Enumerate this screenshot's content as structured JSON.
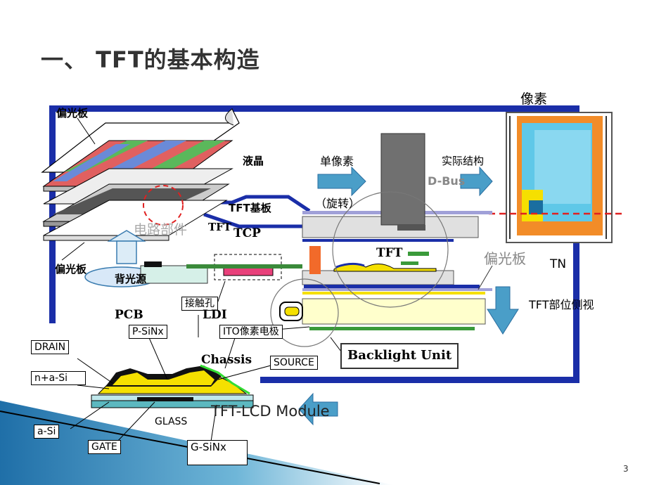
{
  "slide": {
    "title": "一、 TFT的基本构造",
    "page_number": "3"
  },
  "labels": {
    "pixel": "像素",
    "polarizer_top": "偏光板",
    "liquid_crystal": "液晶",
    "single_pixel": "单像素",
    "actual_structure": "实际结构",
    "rotate": "（旋转）",
    "tft_substrate": "TFT基板",
    "tft": "TFT",
    "tcp": "TCP",
    "circuit_parts": "电路部件",
    "polarizer_bottom": "偏光板",
    "backlight": "背光源",
    "tft_in_panel": "TFT",
    "polarizer_gray": "偏光板",
    "tn": "TN",
    "tft_side_view": "TFT部位侧视",
    "contact_hole": "接触孔",
    "pcb": "PCB",
    "ldi": "LDI",
    "p_sinx": "P-SiNx",
    "ito_pixel_electrode": "ITO像素电极",
    "chassis": "Chassis",
    "backlight_unit": "Backlight Unit",
    "drain": "DRAIN",
    "n_plus_asi": "n+a-Si",
    "source": "SOURCE",
    "glass": "GLASS",
    "a_si": "a-Si",
    "gate": "GATE",
    "g_sinx": "G-SiNx",
    "tft_lcd_module": "TFT-LCD Module",
    "d_bus": "D-Bus"
  },
  "colors": {
    "title": "#333333",
    "frame_blue": "#1a2ea8",
    "arrow_blue": "#4a9ec8",
    "yellow_layer": "#f5e000",
    "black_layer": "#111111",
    "glass_teal": "#5cb8c0",
    "orange": "#f28c28",
    "pixel_cyan": "#5fc8e8",
    "green_ito": "#33dd33",
    "red_dash": "#e02020"
  }
}
